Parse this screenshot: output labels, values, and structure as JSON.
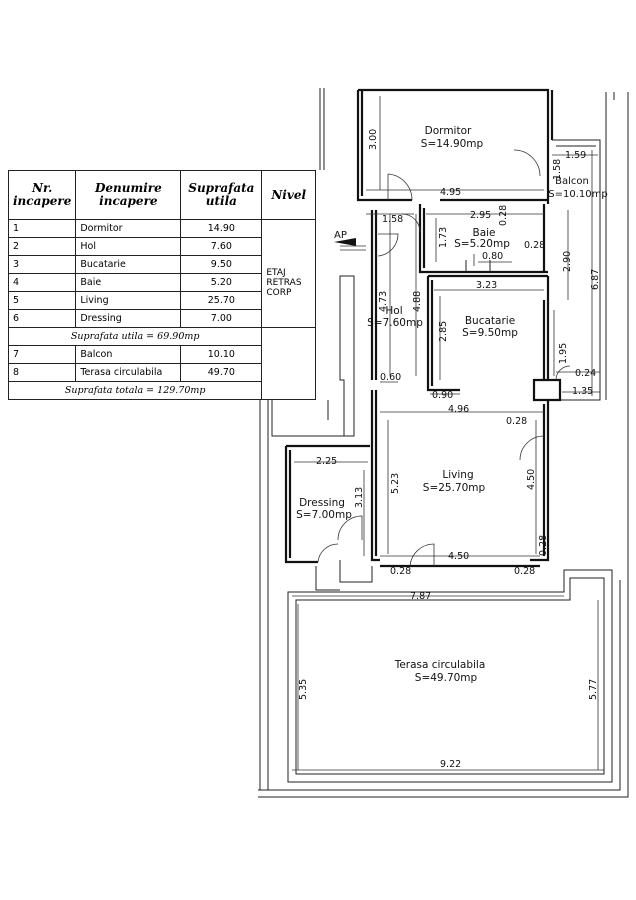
{
  "legend": {
    "headers": {
      "nr": "Nr. incapere",
      "denumire": "Denumire incapere",
      "suprafata": "Suprafata utila",
      "nivel": "Nivel"
    },
    "nivel_value": "ETAJ RETRAS CORP",
    "rows": [
      {
        "nr": "1",
        "name": "Dormitor",
        "area": "14.90"
      },
      {
        "nr": "2",
        "name": "Hol",
        "area": "7.60"
      },
      {
        "nr": "3",
        "name": "Bucatarie",
        "area": "9.50"
      },
      {
        "nr": "4",
        "name": "Baie",
        "area": "5.20"
      },
      {
        "nr": "5",
        "name": "Living",
        "area": "25.70"
      },
      {
        "nr": "6",
        "name": "Dressing",
        "area": "7.00"
      },
      {
        "nr": "7",
        "name": "Balcon",
        "area": "10.10"
      },
      {
        "nr": "8",
        "name": "Terasa circulabila",
        "area": "49.70"
      }
    ],
    "suprafata_utila": "Suprafata utila = 69.90mp",
    "suprafata_totala": "Suprafata totala = 129.70mp"
  },
  "rooms": {
    "dormitor": {
      "name": "Dormitor",
      "area": "S=14.90mp"
    },
    "balcon": {
      "name": "Balcon",
      "area": "S=10.10mp"
    },
    "baie": {
      "name": "Baie",
      "area": "S=5.20mp"
    },
    "hol": {
      "name": "Hol",
      "area": "S=7.60mp"
    },
    "bucatarie": {
      "name": "Bucatarie",
      "area": "S=9.50mp"
    },
    "living": {
      "name": "Living",
      "area": "S=25.70mp"
    },
    "dressing": {
      "name": "Dressing",
      "area": "S=7.00mp"
    },
    "terasa": {
      "name": "Terasa circulabila",
      "area": "S=49.70mp"
    }
  },
  "ap_label": "AP",
  "dimensions": {
    "d300": "3.00",
    "d495": "4.95",
    "d159": "1.59",
    "d158a": "1.58",
    "d158b": "1.58",
    "d295": "2.95",
    "d173": "1.73",
    "d028a": "0.28",
    "d080": "0.80",
    "d028b": "0.28",
    "d290": "2.90",
    "d687": "6.87",
    "d323": "3.23",
    "d473": "4.73",
    "d488": "4.88",
    "d285": "2.85",
    "d195": "1.95",
    "d024": "0.24",
    "d060": "0.60",
    "d090": "0.90",
    "d135": "1.35",
    "d496": "4.96",
    "d028c": "0.28",
    "d225": "2.25",
    "d523": "5.23",
    "d450a": "4.50",
    "d313": "3.13",
    "d450b": "4.50",
    "d028d": "0.28",
    "d028e": "0.28",
    "d028f": "0.28",
    "d787": "7.87",
    "d535": "5.35",
    "d577": "5.77",
    "d922": "9.22"
  }
}
